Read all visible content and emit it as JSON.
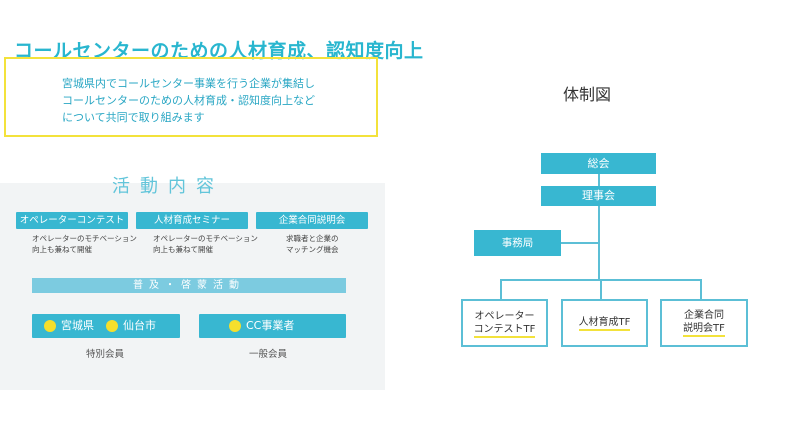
{
  "header": {
    "title": "コールセンターのための人材育成、認知度向上",
    "intro_lines": [
      "宮城県内でコールセンター事業を行う企業が集結し",
      "コールセンターのための人材育成・認知度向上など",
      "について共同で取り組みます"
    ]
  },
  "activities": {
    "title": "活動内容",
    "items": [
      {
        "label": "オペレーターコンテスト",
        "desc": [
          "オペレーターのモチベーション",
          "向上も兼ねて開催"
        ]
      },
      {
        "label": "人材育成セミナー",
        "desc": [
          "オペレーターのモチベーション",
          "向上も兼ねて開催"
        ]
      },
      {
        "label": "企業合同説明会",
        "desc": [
          "求職者と企業の",
          "マッチング機会"
        ]
      }
    ],
    "spread_label": "普及・啓蒙活動",
    "members": {
      "special": {
        "name1": "宮城県",
        "name2": "仙台市",
        "caption": "特別会員"
      },
      "general": {
        "name": "CC事業者",
        "caption": "一般会員"
      }
    }
  },
  "org_chart": {
    "title": "体制図",
    "general_assembly": "総会",
    "board": "理事会",
    "secretariat": "事務局",
    "tf": [
      {
        "line1": "オペレーター",
        "line2": "コンテストTF"
      },
      {
        "line1": "人材育成TF",
        "line2": ""
      },
      {
        "line1": "企業合同",
        "line2": "説明会TF"
      }
    ]
  }
}
